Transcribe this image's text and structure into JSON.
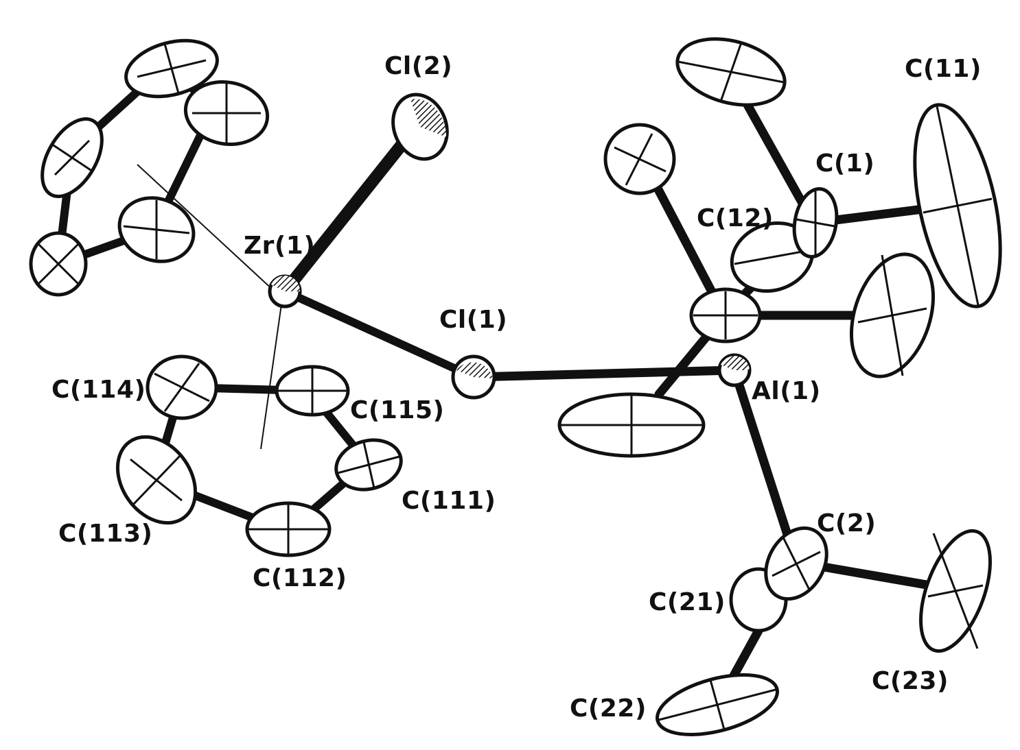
{
  "labels": {
    "cl2": "Cl(2)",
    "cl1": "Cl(1)",
    "zr1": "Zr(1)",
    "al1": "Al(1)",
    "c1": "C(1)",
    "c11": "C(11)",
    "c12": "C(12)",
    "c2": "C(2)",
    "c21": "C(21)",
    "c22": "C(22)",
    "c23": "C(23)",
    "c111": "C(111)",
    "c112": "C(112)",
    "c113": "C(113)",
    "c114": "C(114)",
    "c115": "C(115)"
  },
  "colors": {
    "ink": "#111111",
    "background": "#ffffff"
  }
}
